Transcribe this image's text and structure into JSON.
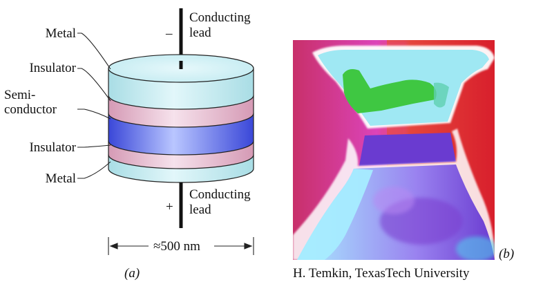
{
  "panel_a": {
    "layer_labels": [
      "Metal",
      "Insulator",
      "Semi-",
      "conductor",
      "Insulator",
      "Metal"
    ],
    "top_lead": {
      "sign": "–",
      "line1": "Conducting",
      "line2": "lead"
    },
    "bottom_lead": {
      "sign": "+",
      "line1": "Conducting",
      "line2": "lead"
    },
    "dimension": "≈500 nm",
    "caption": "(a)"
  },
  "panel_b": {
    "caption": "(b)",
    "credit": "H. Temkin, TexasTech University"
  },
  "colors": {
    "metal": "#c9eef3",
    "insulator": "#e7b9cd",
    "semiconductor": "#5566ee",
    "lead": "#111111",
    "photo_red": "#e23a4a",
    "photo_magenta": "#e24ad2",
    "photo_cyan": "#9eeaf5",
    "photo_green": "#41c943",
    "photo_purple": "#6a3bd0"
  }
}
